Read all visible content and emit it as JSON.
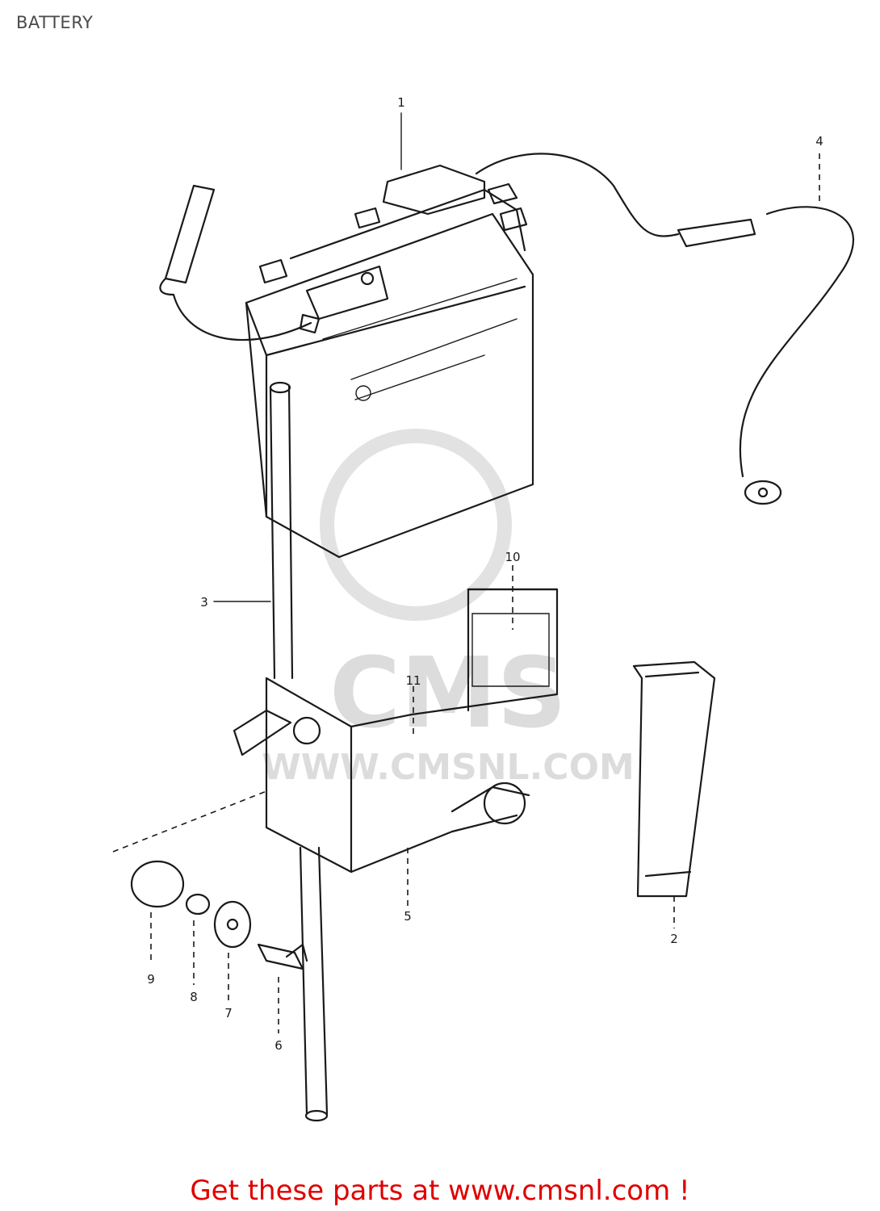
{
  "header": {
    "title": "BATTERY"
  },
  "diagram": {
    "watermark_text": "CMS",
    "watermark_url": "WWW.CMSNL.COM",
    "callouts": [
      {
        "id": "c1",
        "number": "1"
      },
      {
        "id": "c4",
        "number": "4"
      },
      {
        "id": "c3",
        "number": "3"
      },
      {
        "id": "c10",
        "number": "10"
      },
      {
        "id": "c11",
        "number": "11"
      },
      {
        "id": "c5",
        "number": "5"
      },
      {
        "id": "c2",
        "number": "2"
      },
      {
        "id": "c9",
        "number": "9"
      },
      {
        "id": "c8",
        "number": "8"
      },
      {
        "id": "c7",
        "number": "7"
      },
      {
        "id": "c6",
        "number": "6"
      }
    ]
  },
  "footer": {
    "link_text": "Get these parts at www.cmsnl.com !"
  }
}
